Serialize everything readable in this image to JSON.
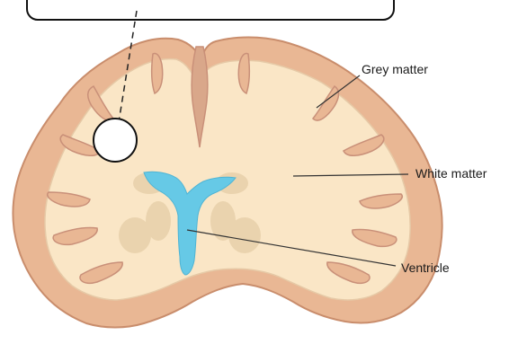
{
  "labels": {
    "grey_matter": "Grey matter",
    "white_matter": "White matter",
    "ventricle": "Ventricle"
  },
  "callout": {
    "text": ""
  },
  "colors": {
    "grey_matter": "#e9b794",
    "grey_outline": "#c98d6c",
    "white_matter": "#fae6c6",
    "sulcus": "#c99079",
    "ventricle": "#66c9e6",
    "deep_nuclei": "#ead3ae",
    "leader": "#333333"
  }
}
